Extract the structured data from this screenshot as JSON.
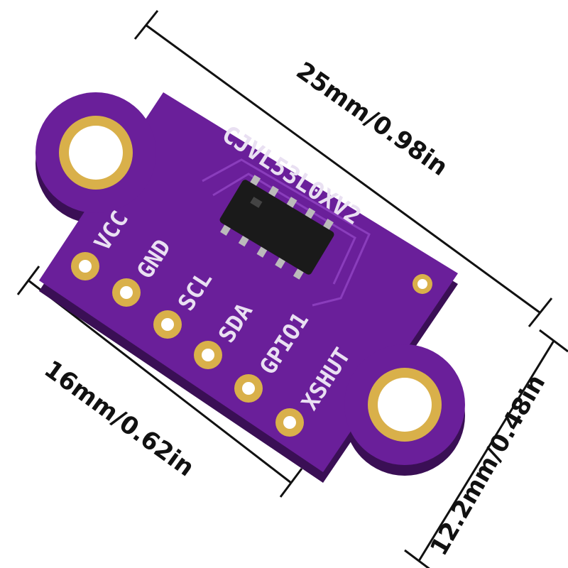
{
  "product": {
    "board_label": "CJVL53L0XV2",
    "board_color": "#6a1f9a",
    "pins": [
      "VCC",
      "GND",
      "SCL",
      "SDA",
      "GPIO1",
      "XSHUT"
    ]
  },
  "dimensions": {
    "length": "25mm/0.98in",
    "pin_row": "16mm/0.62in",
    "width": "12.2mm/0.48in"
  }
}
